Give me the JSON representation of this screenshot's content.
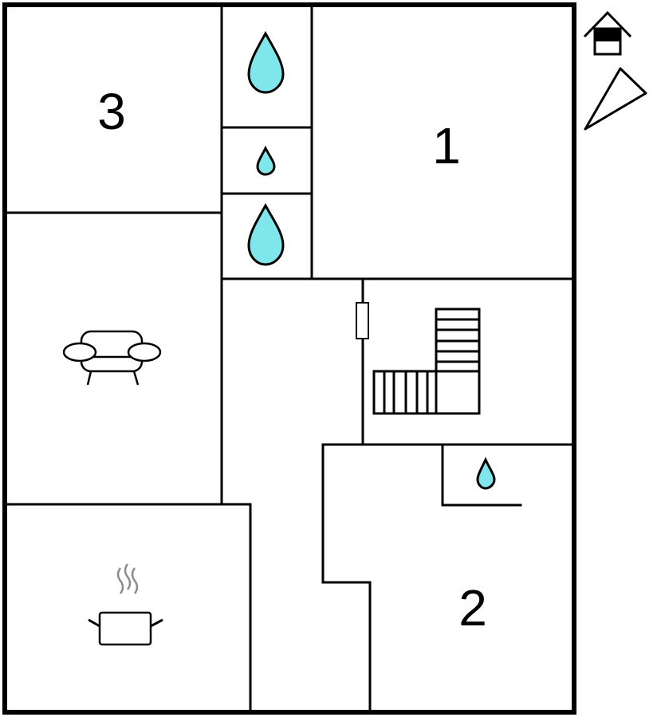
{
  "rooms": [
    {
      "id": "bedroom-1",
      "label": "1"
    },
    {
      "id": "bedroom-2",
      "label": "2"
    },
    {
      "id": "bedroom-3",
      "label": "3"
    }
  ],
  "icons": [
    "water-drop-icon",
    "sofa-icon",
    "cooking-pot-icon",
    "stairs-icon",
    "house-floor-icon",
    "compass-arrow-icon"
  ],
  "colors": {
    "water": "#7fe6ec",
    "walls": "#000000",
    "steam": "#8c8c8c"
  }
}
